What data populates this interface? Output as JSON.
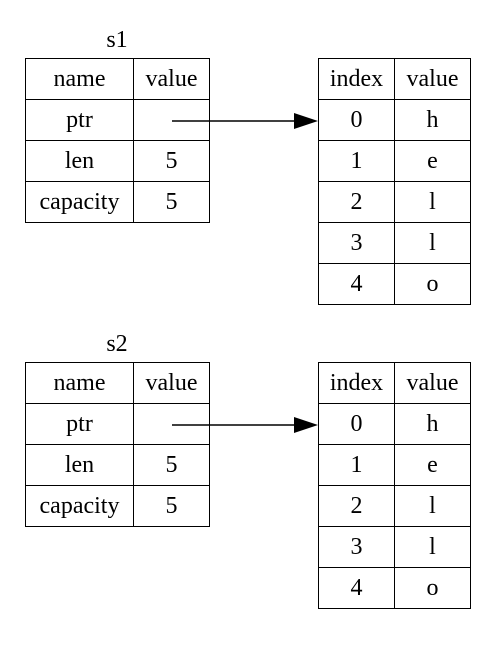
{
  "diagram": {
    "blocks": [
      {
        "title": "s1",
        "stack": {
          "headers": [
            "name",
            "value"
          ],
          "rows": [
            {
              "name": "ptr",
              "value": ""
            },
            {
              "name": "len",
              "value": "5"
            },
            {
              "name": "capacity",
              "value": "5"
            }
          ]
        },
        "heap": {
          "headers": [
            "index",
            "value"
          ],
          "rows": [
            {
              "index": "0",
              "value": "h"
            },
            {
              "index": "1",
              "value": "e"
            },
            {
              "index": "2",
              "value": "l"
            },
            {
              "index": "3",
              "value": "l"
            },
            {
              "index": "4",
              "value": "o"
            }
          ]
        }
      },
      {
        "title": "s2",
        "stack": {
          "headers": [
            "name",
            "value"
          ],
          "rows": [
            {
              "name": "ptr",
              "value": ""
            },
            {
              "name": "len",
              "value": "5"
            },
            {
              "name": "capacity",
              "value": "5"
            }
          ]
        },
        "heap": {
          "headers": [
            "index",
            "value"
          ],
          "rows": [
            {
              "index": "0",
              "value": "h"
            },
            {
              "index": "1",
              "value": "e"
            },
            {
              "index": "2",
              "value": "l"
            },
            {
              "index": "3",
              "value": "l"
            },
            {
              "index": "4",
              "value": "o"
            }
          ]
        }
      }
    ]
  }
}
